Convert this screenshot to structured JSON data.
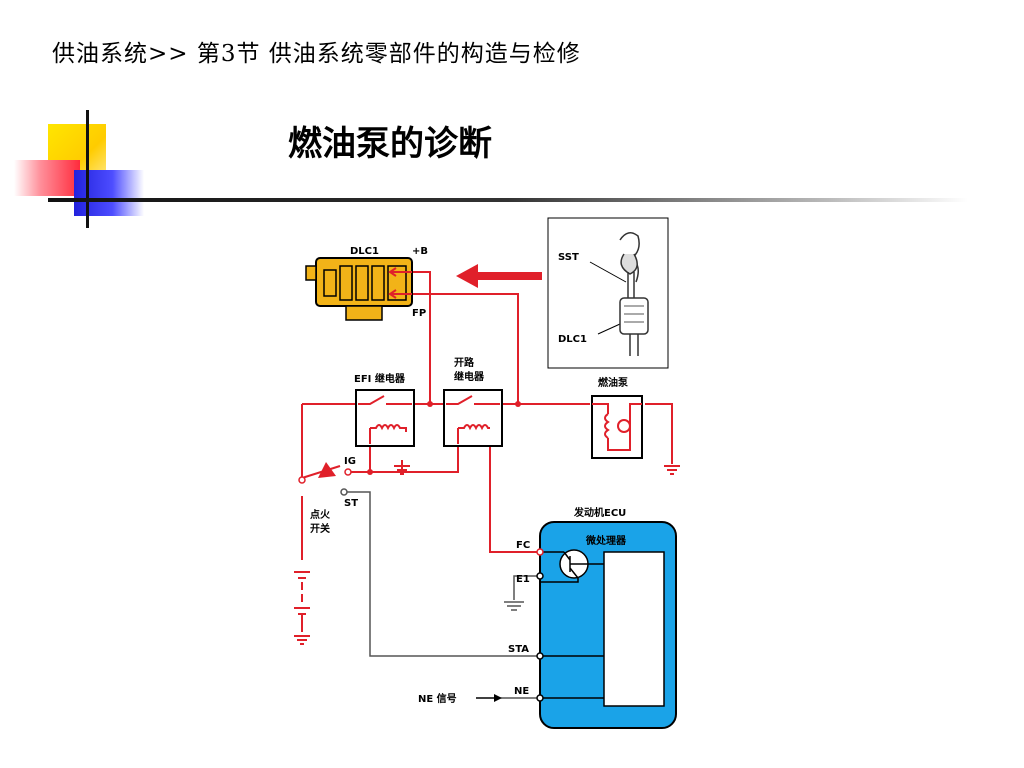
{
  "header": {
    "breadcrumb": "供油系统>> 第3节 供油系统零部件的构造与检修",
    "title": "燃油泵的诊断"
  },
  "diagram": {
    "labels": {
      "dlc1": "DLC1",
      "plus_b": "+B",
      "fp": "FP",
      "sst": "SST",
      "dlc1_inset": "DLC1",
      "efi_relay": "EFI 继电器",
      "circuit_relay_1": "开路",
      "circuit_relay_2": "继电器",
      "fuel_pump": "燃油泵",
      "ig": "IG",
      "st": "ST",
      "ignition_switch_1": "点火",
      "ignition_switch_2": "开关",
      "ecu": "发动机ECU",
      "microprocessor": "微处理器",
      "fc": "FC",
      "e1": "E1",
      "sta": "STA",
      "ne": "NE",
      "ne_signal": "NE 信号"
    },
    "colors": {
      "wire_red": "#e0202a",
      "wire_gray": "#555555",
      "connector": "#f2b318",
      "ecu_fill": "#1aa3e8",
      "arrow": "#e0202a"
    }
  }
}
